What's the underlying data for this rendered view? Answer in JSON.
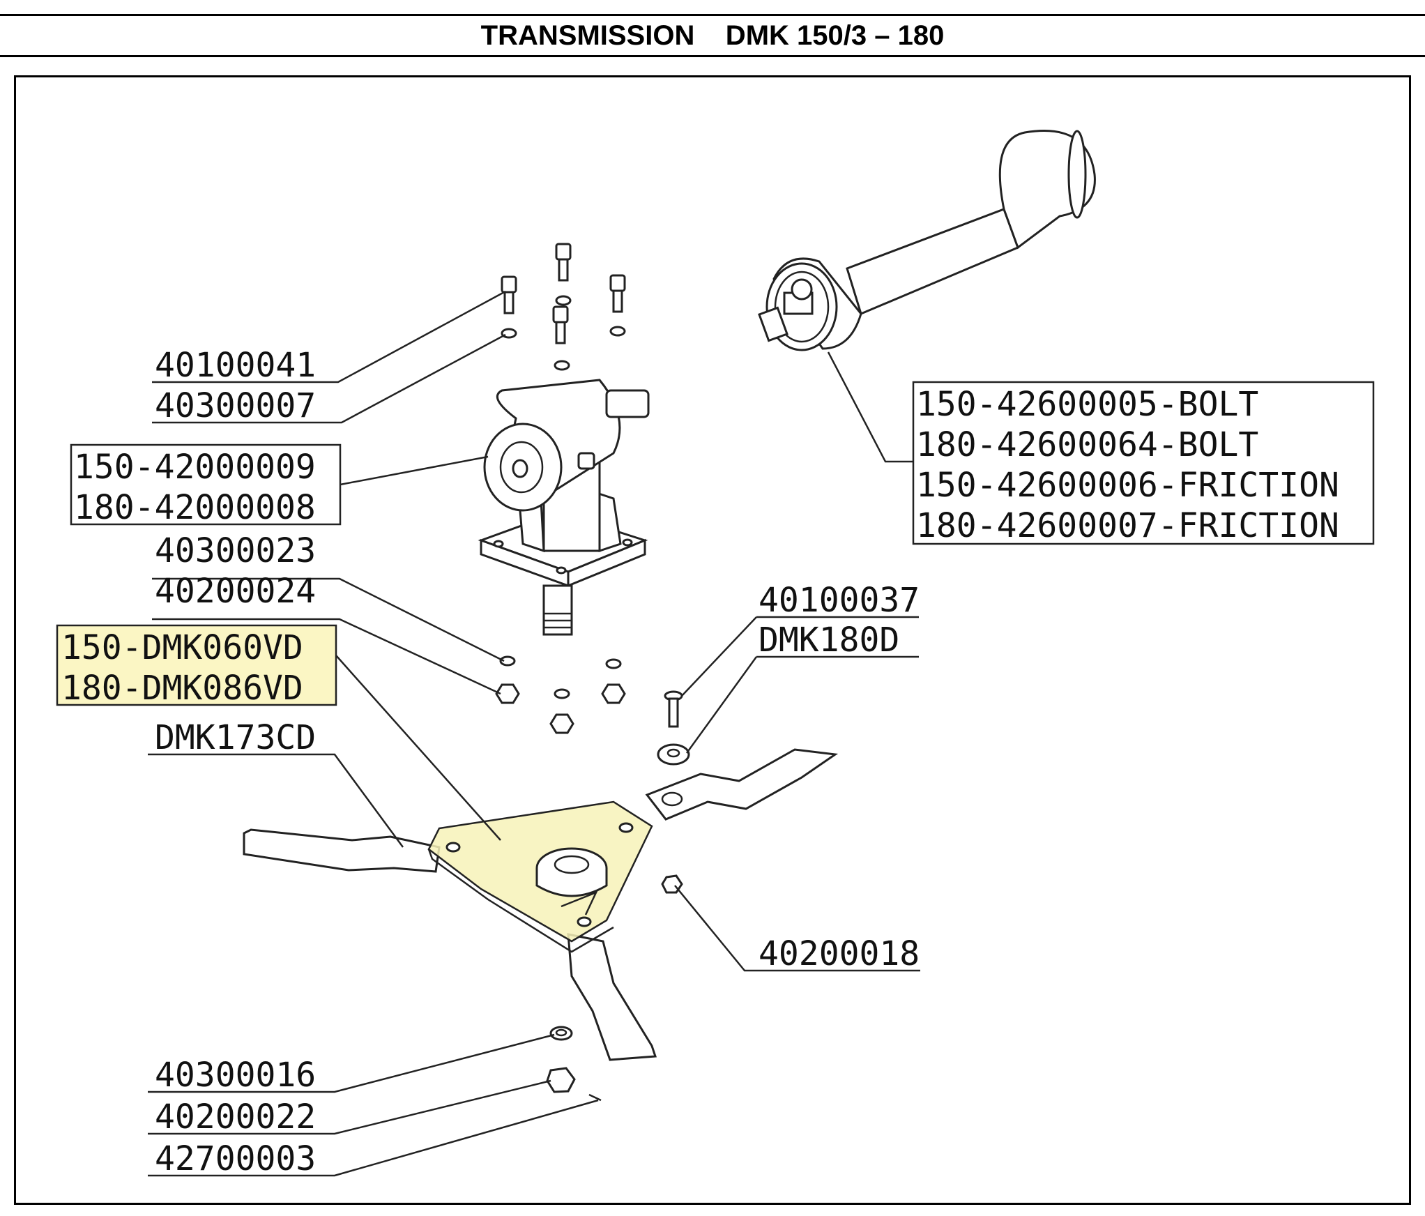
{
  "title": "TRANSMISSION    DMK 150/3 – 180",
  "colors": {
    "highlight": "#f7f2b8",
    "line": "#222222"
  },
  "labels": {
    "bolt_40100041": "40100041",
    "washer_40300007": "40300007",
    "gearbox_150": "150-42000009",
    "gearbox_180": "180-42000008",
    "washer_40300023": "40300023",
    "nut_40200024": "40200024",
    "disc_150": "150-DMK060VD",
    "disc_180": "180-DMK086VD",
    "blade_dmk173cd": "DMK173CD",
    "washer_40300016": "40300016",
    "nut_40200022": "40200022",
    "pin_42700003": "42700003",
    "shaft_150_bolt": "150-42600005-BOLT",
    "shaft_180_bolt": "180-42600064-BOLT",
    "shaft_150_friction": "150-42600006-FRICTION",
    "shaft_180_friction": "180-42600007-FRICTION",
    "screw_40100037": "40100037",
    "blade_dmk180d": "DMK180D",
    "nut_40200018": "40200018"
  }
}
